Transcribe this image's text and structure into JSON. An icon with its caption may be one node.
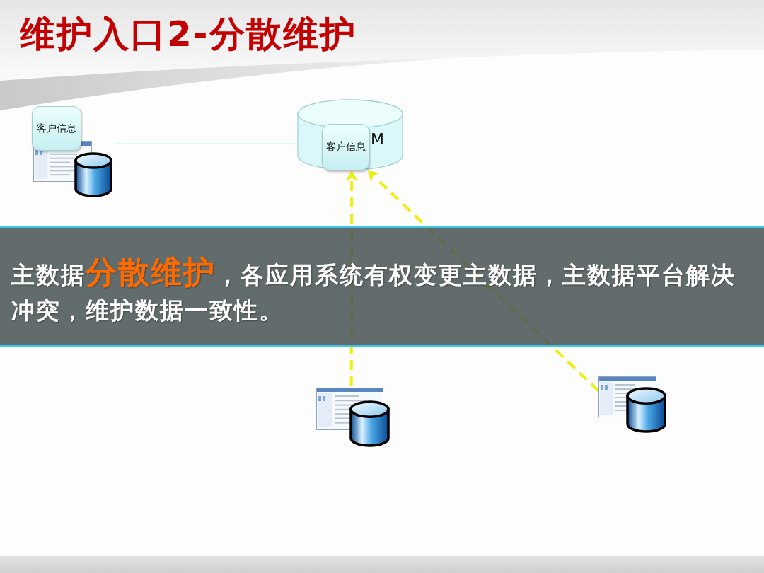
{
  "diagram": {
    "title": "维护入口2-分散维护",
    "caption": "主数据**分散维护**，各应用系统有权变更主数据，主数据平台解决冲突，维护数据一致性。",
    "nodes": [
      {
        "text": [
          "客户信息"
        ]
      },
      {
        "text": [],
        "shape": "cylinder"
      },
      {
        "text": [
          "M"
        ]
      },
      {
        "text": [
          "客户信息"
        ],
        "in": 2
      },
      {
        "text": [],
        "shape": "cylinder"
      },
      {
        "text": [],
        "shape": "cylinder"
      }
    ],
    "edges": [
      {
        "from": 1,
        "to": 2,
        "arrow": "to",
        "style": "thick",
        "color": "#dcf8fa"
      },
      {
        "from": 4,
        "to": 3,
        "arrow": "to",
        "style": "dashed"
      },
      {
        "from": 5,
        "to": 3,
        "arrow": "to",
        "style": "dashed"
      }
    ]
  }
}
